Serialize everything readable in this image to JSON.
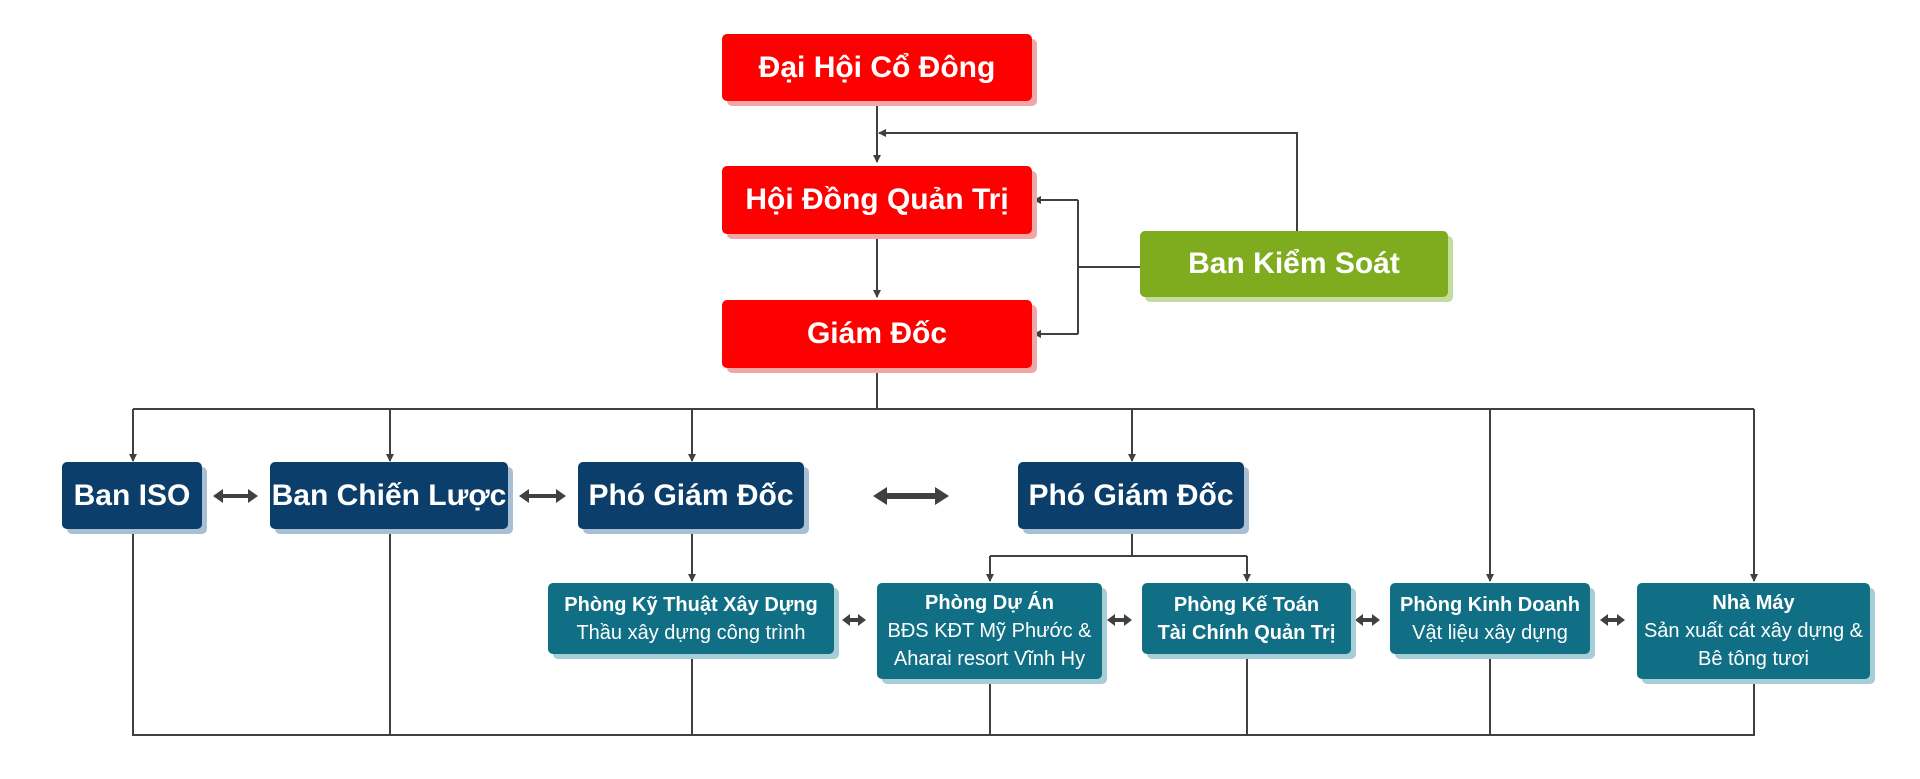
{
  "top": {
    "shareholders": "Đại Hội Cổ Đông",
    "board": "Hội Đồng Quản Trị",
    "director": "Giám Đốc",
    "supervisory": "Ban Kiểm Soát"
  },
  "level2": {
    "iso": "Ban ISO",
    "strategy": "Ban Chiến Lược",
    "deputy1": "Phó Giám Đốc",
    "deputy2": "Phó Giám Đốc"
  },
  "departments": {
    "technical": {
      "title": "Phòng Kỹ Thuật Xây Dựng",
      "line1": "Thầu xây dựng công trình"
    },
    "projects": {
      "title": "Phòng Dự Án",
      "line1": "BĐS KĐT Mỹ Phước &",
      "line2": "Aharai resort Vĩnh Hy"
    },
    "accounting": {
      "title": "Phòng Kế Toán",
      "line1": "Tài Chính Quản Trị"
    },
    "sales": {
      "title": "Phòng Kinh Doanh",
      "line1": "Vật liệu xây dựng"
    },
    "factory": {
      "title": "Nhà Máy",
      "line1": "Sản xuất cát xây dựng &",
      "line2": "Bê tông tươi"
    }
  },
  "colors": {
    "top": "#fe0000",
    "supervisory": "#7fab1f",
    "level2": "#0b3e6a",
    "departments": "#106f84",
    "connector": "#404040"
  }
}
